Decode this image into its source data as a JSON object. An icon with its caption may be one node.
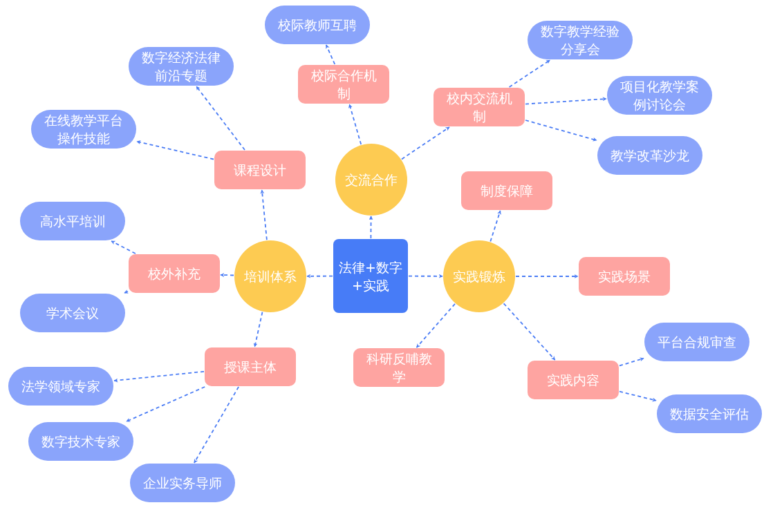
{
  "diagram": {
    "nodes": [
      {
        "text": [
          "法律+数字+实践"
        ]
      },
      {
        "text": [
          "交流合作"
        ]
      },
      {
        "text": [
          "培训体系"
        ]
      },
      {
        "text": [
          "实践锻炼"
        ]
      },
      {
        "text": [
          "校际合作机制"
        ]
      },
      {
        "text": [
          "校内交流机制"
        ]
      },
      {
        "text": [
          "校际教师互聘"
        ]
      },
      {
        "text": [
          "数字教学经验分享会"
        ]
      },
      {
        "text": [
          "项目化教学案例讨论会"
        ]
      },
      {
        "text": [
          "教学改革沙龙"
        ]
      },
      {
        "text": [
          "课程设计"
        ]
      },
      {
        "text": [
          "数字经济法律前沿专题"
        ]
      },
      {
        "text": [
          "在线教学平台操作技能"
        ]
      },
      {
        "text": [
          "校外补充"
        ]
      },
      {
        "text": [
          "高水平培训"
        ]
      },
      {
        "text": [
          "学术会议"
        ]
      },
      {
        "text": [
          "授课主体"
        ]
      },
      {
        "text": [
          "法学领域专家"
        ]
      },
      {
        "text": [
          "数字技术专家"
        ]
      },
      {
        "text": [
          "企业实务导师"
        ]
      },
      {
        "text": [
          "制度保障"
        ]
      },
      {
        "text": [
          "实践场景"
        ]
      },
      {
        "text": [
          "科研反哺教学"
        ]
      },
      {
        "text": [
          "实践内容"
        ]
      },
      {
        "text": [
          "平台合规审查"
        ]
      },
      {
        "text": [
          "数据安全评估"
        ]
      }
    ],
    "edges": [
      {
        "from": 0,
        "to": 1,
        "arrow": "to",
        "style": "dashed"
      },
      {
        "from": 0,
        "to": 2,
        "arrow": "to",
        "style": "dashed"
      },
      {
        "from": 0,
        "to": 3,
        "arrow": "to",
        "style": "dashed"
      },
      {
        "from": 1,
        "to": 4,
        "arrow": "to",
        "style": "dashed"
      },
      {
        "from": 1,
        "to": 5,
        "arrow": "to",
        "style": "dashed"
      },
      {
        "from": 4,
        "to": 6,
        "arrow": "to",
        "style": "dashed"
      },
      {
        "from": 5,
        "to": 7,
        "arrow": "to",
        "style": "dashed"
      },
      {
        "from": 5,
        "to": 8,
        "arrow": "to",
        "style": "dashed"
      },
      {
        "from": 5,
        "to": 9,
        "arrow": "to",
        "style": "dashed"
      },
      {
        "from": 2,
        "to": 10,
        "arrow": "to",
        "style": "dashed"
      },
      {
        "from": 2,
        "to": 13,
        "arrow": "to",
        "style": "dashed"
      },
      {
        "from": 2,
        "to": 16,
        "arrow": "to",
        "style": "dashed"
      },
      {
        "from": 10,
        "to": 11,
        "arrow": "to",
        "style": "dashed"
      },
      {
        "from": 10,
        "to": 12,
        "arrow": "to",
        "style": "dashed"
      },
      {
        "from": 13,
        "to": 14,
        "arrow": "to",
        "style": "dashed"
      },
      {
        "from": 13,
        "to": 15,
        "arrow": "to",
        "style": "dashed"
      },
      {
        "from": 16,
        "to": 17,
        "arrow": "to",
        "style": "dashed"
      },
      {
        "from": 16,
        "to": 18,
        "arrow": "to",
        "style": "dashed"
      },
      {
        "from": 16,
        "to": 19,
        "arrow": "to",
        "style": "dashed"
      },
      {
        "from": 3,
        "to": 20,
        "arrow": "to",
        "style": "dashed"
      },
      {
        "from": 3,
        "to": 21,
        "arrow": "to",
        "style": "dashed"
      },
      {
        "from": 3,
        "to": 22,
        "arrow": "to",
        "style": "dashed"
      },
      {
        "from": 3,
        "to": 23,
        "arrow": "to",
        "style": "dashed"
      },
      {
        "from": 23,
        "to": 24,
        "arrow": "to",
        "style": "dashed"
      },
      {
        "from": 23,
        "to": 25,
        "arrow": "to",
        "style": "dashed"
      }
    ]
  }
}
